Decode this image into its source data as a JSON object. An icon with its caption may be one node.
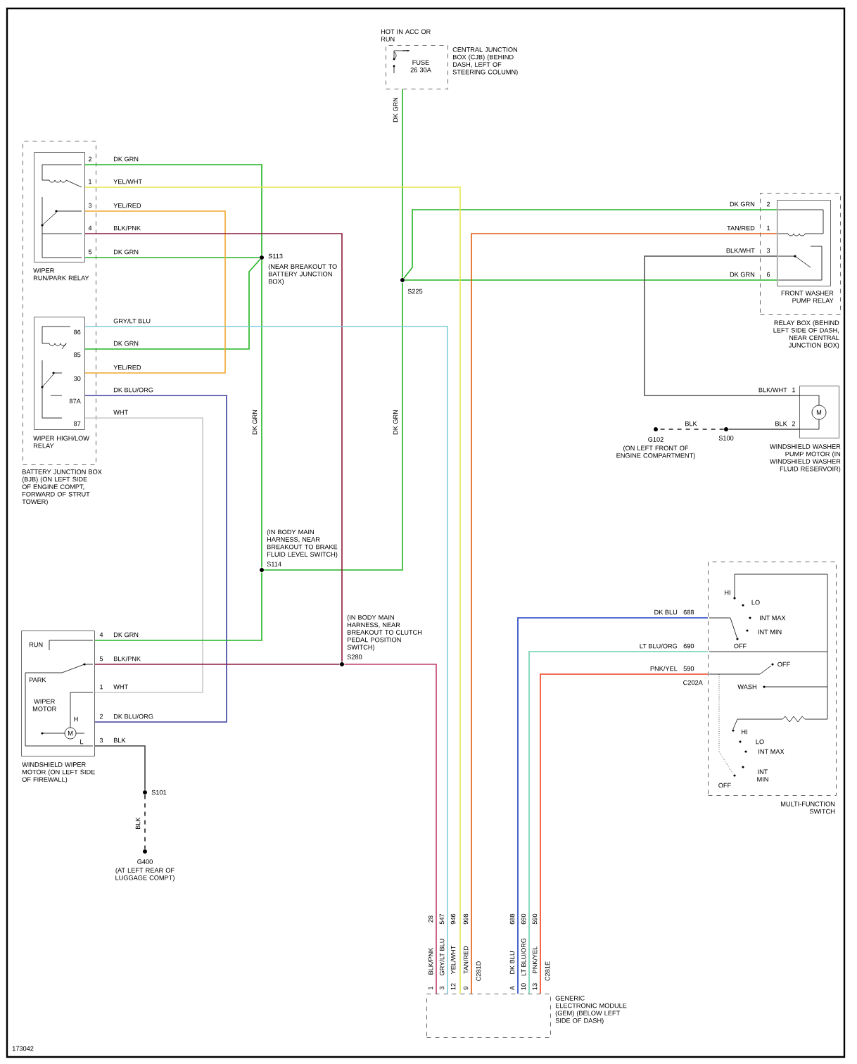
{
  "diagram": {
    "nodes": [
      {
        "text": [
          "HOT IN ACC OR RUN",
          "FUSE 26 30A"
        ],
        "beside": [
          "CENTRAL JUNCTION BOX (CJB) (BEHIND DASH, LEFT OF STEERING COLUMN)"
        ]
      },
      {
        "text": [
          "BATTERY JUNCTION BOX (BJB) (ON LEFT SIDE OF ENGINE COMPT, FORWARD OF STRUT TOWER)"
        ]
      },
      {
        "text": [
          "WIPER RUN/PARK RELAY"
        ],
        "in": 1
      },
      {
        "text": [
          "WIPER HIGH/LOW RELAY"
        ],
        "in": 1
      },
      {
        "text": [
          "S113"
        ],
        "beside": [
          "(NEAR BREAKOUT TO BATTERY JUNCTION BOX)"
        ]
      },
      {
        "text": [
          "S225"
        ]
      },
      {
        "text": [
          "RELAY BOX (BEHIND LEFT SIDE OF DASH, NEAR CENTRAL JUNCTION BOX)"
        ]
      },
      {
        "text": [
          "FRONT WASHER PUMP RELAY"
        ],
        "in": 6
      },
      {
        "text": [
          "WINDSHIELD WASHER PUMP MOTOR (IN WINDSHIELD WASHER FLUID RESERVOIR)"
        ]
      },
      {
        "text": [
          "S100"
        ]
      },
      {
        "text": [
          "G102"
        ],
        "beside": [
          "(ON LEFT FRONT OF ENGINE COMPARTMENT)"
        ]
      },
      {
        "text": [
          "S114"
        ],
        "beside": [
          "(IN BODY MAIN HARNESS, NEAR BREAKOUT TO BRAKE FLUID LEVEL SWITCH)"
        ]
      },
      {
        "text": [
          "S280"
        ],
        "beside": [
          "(IN BODY MAIN HARNESS, NEAR BREAKOUT TO CLUTCH PEDAL POSITION SWITCH)"
        ]
      },
      {
        "text": [
          "WINDSHIELD WIPER MOTOR (ON LEFT SIDE OF FIREWALL)"
        ]
      },
      {
        "text": [
          "S101"
        ]
      },
      {
        "text": [
          "G400"
        ],
        "beside": [
          "(AT LEFT REAR OF LUGGAGE COMPT)"
        ]
      },
      {
        "text": [
          "MULTI-FUNCTION SWITCH"
        ]
      },
      {
        "text": [
          "GENERIC ELECTRONIC MODULE (GEM) (BELOW LEFT SIDE OF DASH)"
        ]
      }
    ],
    "edges": [
      {
        "from": 0,
        "to": 5,
        "arrow": "none",
        "label": "DK GRN"
      },
      {
        "from": 5,
        "to": 7,
        "arrow": "none",
        "label": "DK GRN"
      },
      {
        "from": 5,
        "to": 7,
        "arrow": "none",
        "label": "DK GRN"
      },
      {
        "from": 5,
        "to": 11,
        "arrow": "none",
        "label": "DK GRN"
      },
      {
        "from": 11,
        "to": 4,
        "arrow": "none",
        "label": "DK GRN"
      },
      {
        "from": 2,
        "to": 4,
        "arrow": "none",
        "label": "DK GRN"
      },
      {
        "from": 2,
        "to": 4,
        "arrow": "none",
        "label": "DK GRN"
      },
      {
        "from": 4,
        "to": 3,
        "arrow": "none",
        "label": "DK GRN"
      },
      {
        "from": 2,
        "to": 17,
        "arrow": "none",
        "label": "YEL/WHT",
        "color": "#e6e650"
      },
      {
        "from": 2,
        "to": 3,
        "arrow": "none",
        "label": "YEL/RED",
        "color": "#f0a830"
      },
      {
        "from": 2,
        "to": 12,
        "arrow": "none",
        "label": "BLK/PNK",
        "color": "#8c1c3c"
      },
      {
        "from": 3,
        "to": 17,
        "arrow": "none",
        "label": "GRY/LT BLU",
        "color": "#7ccddc"
      },
      {
        "from": 3,
        "to": 13,
        "arrow": "none",
        "label": "DK BLU/ORG",
        "color": "#3c3ca0"
      },
      {
        "from": 3,
        "to": 13,
        "arrow": "none",
        "label": "WHT",
        "color": "#c8c8c8"
      },
      {
        "from": 11,
        "to": 13,
        "arrow": "none",
        "label": "DK GRN"
      },
      {
        "from": 12,
        "to": 13,
        "arrow": "none",
        "label": "BLK/PNK",
        "color": "#8c1c3c"
      },
      {
        "from": 12,
        "to": 17,
        "arrow": "none",
        "label": "BLK/PNK",
        "color": "#c0406c"
      },
      {
        "from": 13,
        "to": 14,
        "arrow": "none",
        "label": "BLK",
        "color": "#444444"
      },
      {
        "from": 14,
        "to": 15,
        "arrow": "none",
        "label": "BLK",
        "style": "dashed",
        "color": "#222222"
      },
      {
        "from": 7,
        "to": 17,
        "arrow": "none",
        "label": "TAN/RED",
        "color": "#e06010"
      },
      {
        "from": 7,
        "to": 8,
        "arrow": "none",
        "label": "BLK/WHT",
        "color": "#555555"
      },
      {
        "from": 8,
        "to": 9,
        "arrow": "none",
        "label": "BLK",
        "color": "#444444"
      },
      {
        "from": 9,
        "to": 10,
        "arrow": "none",
        "label": "BLK",
        "style": "dashed",
        "color": "#222222"
      },
      {
        "from": 16,
        "to": 17,
        "arrow": "none",
        "label": "DK BLU",
        "color": "#2040c0"
      },
      {
        "from": 16,
        "to": 17,
        "arrow": "none",
        "label": "LT BLU/ORG",
        "color": "#70d0b0"
      },
      {
        "from": 16,
        "to": 17,
        "arrow": "none",
        "label": "PNK/YEL",
        "color": "#f04020"
      }
    ],
    "labels": [
      "2",
      "1",
      "3",
      "4",
      "5",
      "86",
      "85",
      "30",
      "87A",
      "87",
      "YEL/RED",
      "2",
      "1",
      "3",
      "6",
      "BLK/WHT",
      "1",
      "2",
      "M",
      "RUN",
      "PARK",
      "WIPER MOTOR",
      "H",
      "L",
      "M",
      "4",
      "5",
      "1",
      "2",
      "3",
      "WHT",
      "DK BLU/ORG",
      "688",
      "690",
      "590",
      "C202A",
      "HI",
      "LO",
      "INT MAX",
      "INT MIN",
      "OFF",
      "OFF",
      "WASH",
      "HI",
      "LO",
      "INT MAX",
      "INT MIN",
      "OFF",
      "1",
      "3",
      "12",
      "9",
      "A",
      "10",
      "13",
      "GRY/LT BLU",
      "YEL/WHT",
      "TAN/RED",
      "DK BLU",
      "LT BLU/ORG",
      "PNK/YEL",
      "28",
      "547",
      "946",
      "998",
      "688",
      "690",
      "590",
      "C281D",
      "C281E",
      "173042"
    ]
  }
}
